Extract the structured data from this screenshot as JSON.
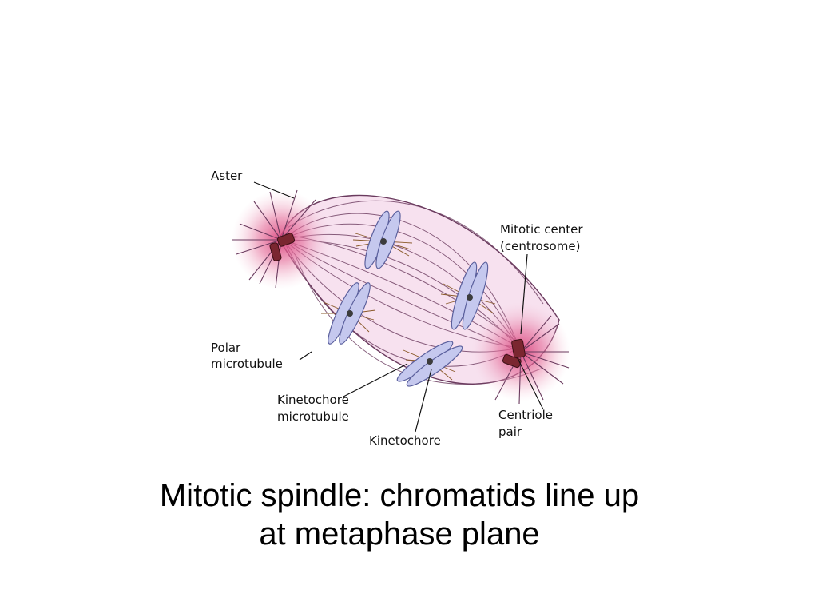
{
  "labels": {
    "aster": "Aster",
    "mitotic_center_line1": "Mitotic center",
    "mitotic_center_line2": "(centrosome)",
    "polar_line1": "Polar",
    "polar_line2": "microtubule",
    "kinetochore_mt_line1": "Kinetochore",
    "kinetochore_mt_line2": "microtubule",
    "kinetochore": "Kinetochore",
    "centriole_line1": "Centriole",
    "centriole_line2": "pair"
  },
  "caption": {
    "line1": "Mitotic spindle: chromatids line up",
    "line2": "at metaphase plane"
  },
  "colors": {
    "spindle_fill": "#f7e1ef",
    "spindle_line": "#6a3a5e",
    "pole_glow": "#d9417a",
    "chromosome_fill": "#c5c8ee",
    "chromosome_stroke": "#5a5f9c",
    "centriole": "#7a2630",
    "kinetochore_fiber": "#8a5a2a",
    "leader_line": "#111111"
  }
}
